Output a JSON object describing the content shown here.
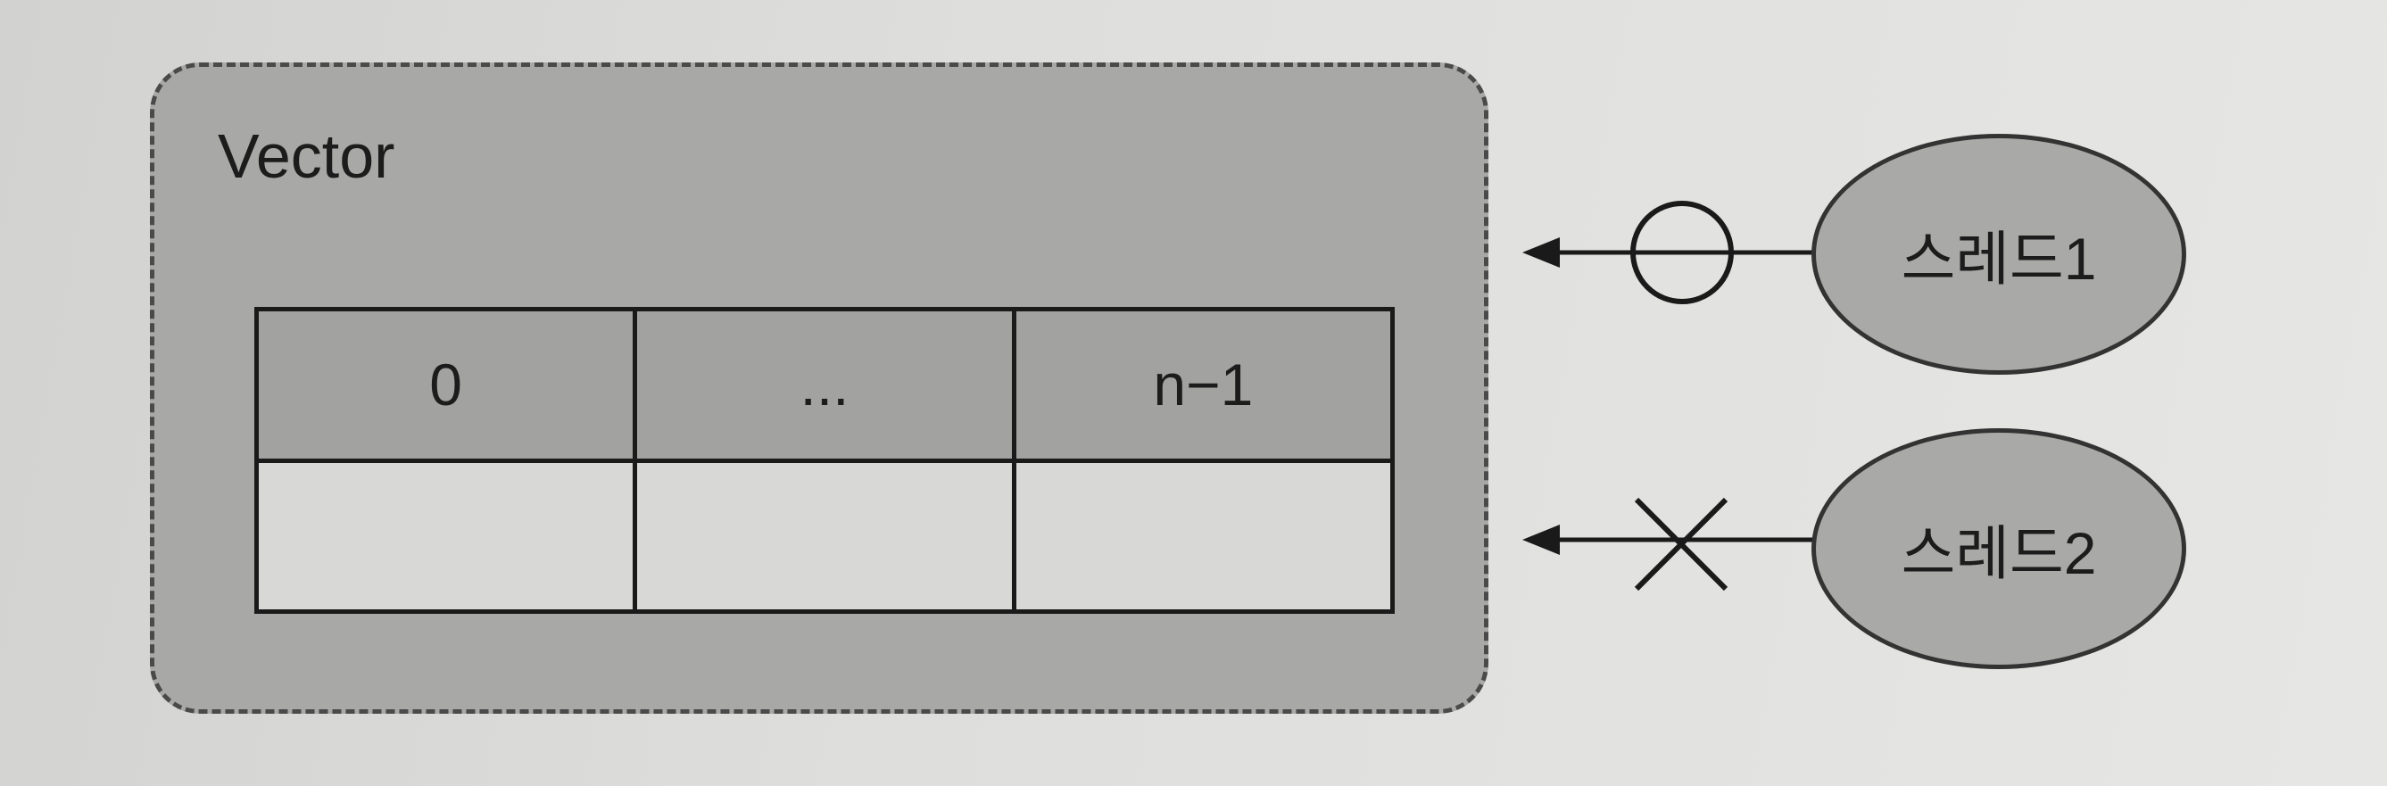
{
  "vector": {
    "title": "Vector",
    "index_labels": [
      "0",
      "...",
      "n−1"
    ],
    "values": [
      "",
      "",
      ""
    ]
  },
  "threads": [
    {
      "label": "스레드1",
      "access": "allowed",
      "marker": "circle-icon"
    },
    {
      "label": "스레드2",
      "access": "blocked",
      "marker": "x-icon"
    }
  ],
  "colors": {
    "background": "#dcdcda",
    "vector_fill": "#a8a8a6",
    "value_row_fill": "#d8d8d6",
    "thread_fill": "#a9a9a7",
    "line": "#1a1a1a"
  }
}
